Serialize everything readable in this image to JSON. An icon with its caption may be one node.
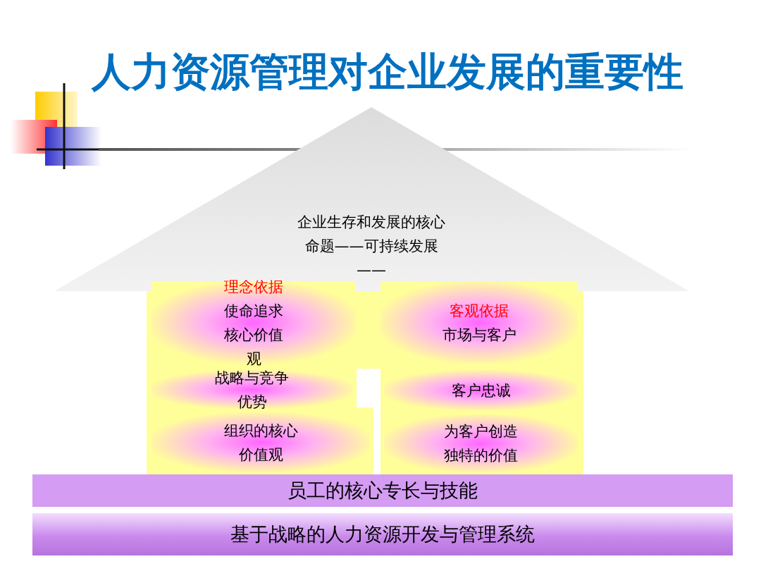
{
  "diagram": {
    "title": "人力资源管理对企业发展的重要性",
    "nodes": [
      {
        "text": [
          "企业生存和发展的核心命题——可持续发展——"
        ]
      },
      {
        "text": [
          "理念依据",
          "使命追求核心价值观"
        ]
      },
      {
        "text": [
          "客观依据",
          "市场与客户"
        ]
      },
      {
        "text": [
          "战略与竞争优势"
        ]
      },
      {
        "text": [
          "客户忠诚"
        ]
      },
      {
        "text": [
          "组织的核心价值观"
        ]
      },
      {
        "text": [
          "为客户创造独特的价值"
        ]
      },
      {
        "text": [
          "员工的核心专长与技能"
        ]
      },
      {
        "text": [
          "基于战略的人力资源开发与管理系统"
        ]
      }
    ],
    "edges": []
  }
}
